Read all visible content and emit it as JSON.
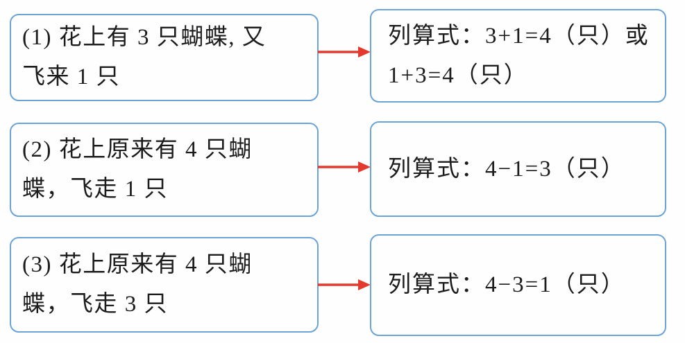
{
  "diagram": {
    "type": "textbook-math-flow",
    "colors": {
      "box_border": "#6ba3d6",
      "arrow": "#e4392e",
      "text": "#1c1c1c",
      "background": "#fefefe"
    },
    "rows": [
      {
        "problem": {
          "lines": [
            "(1) 花上有 3 只蝴蝶, 又",
            "飞来 1 只"
          ]
        },
        "answer": {
          "lines": [
            "列算式：3+1=4（只）或",
            "1+3=4（只）"
          ]
        }
      },
      {
        "problem": {
          "lines": [
            "(2) 花上原来有 4 只蝴",
            "蝶，飞走 1 只"
          ]
        },
        "answer": {
          "lines": [
            "列算式：4−1=3（只）"
          ]
        }
      },
      {
        "problem": {
          "lines": [
            "(3) 花上原来有 4 只蝴",
            "蝶，飞走 3 只"
          ]
        },
        "answer": {
          "lines": [
            "列算式：4−3=1（只）"
          ]
        }
      }
    ]
  }
}
